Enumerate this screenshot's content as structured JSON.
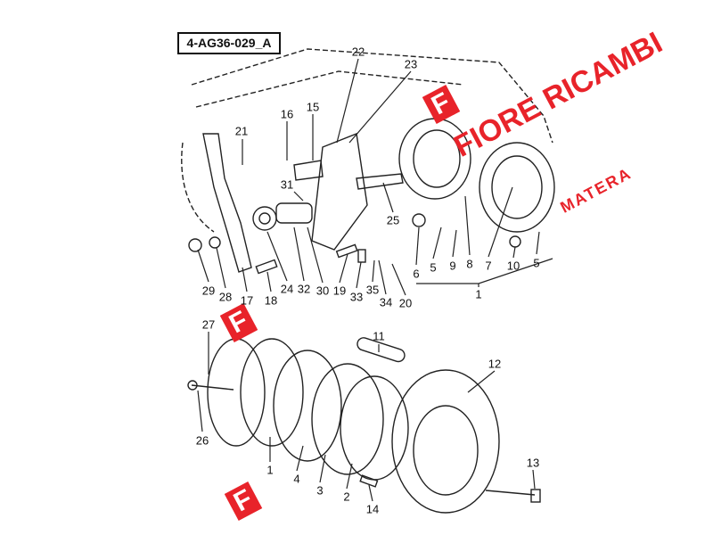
{
  "diagram_code": "4-AG36-029_A",
  "watermark": {
    "brand": "FIORE RICAMBI",
    "city": "MATERA",
    "logo_letter": "F"
  },
  "labels": {
    "l22": "22",
    "l23": "23",
    "l16": "16",
    "l15": "15",
    "l21": "21",
    "l31": "31",
    "l25": "25",
    "l29": "29",
    "l28": "28",
    "l17": "17",
    "l18": "18",
    "l24": "24",
    "l32": "32",
    "l30": "30",
    "l19": "19",
    "l33": "33",
    "l35": "35",
    "l34": "34",
    "l20": "20",
    "l6": "6",
    "l5a": "5",
    "l9": "9",
    "l8": "8",
    "l7": "7",
    "l10": "10",
    "l5b": "5",
    "l1a": "1",
    "l27": "27",
    "l11": "11",
    "l12": "12",
    "l26": "26",
    "l1b": "1",
    "l4": "4",
    "l3": "3",
    "l2": "2",
    "l13": "13",
    "l14": "14"
  }
}
